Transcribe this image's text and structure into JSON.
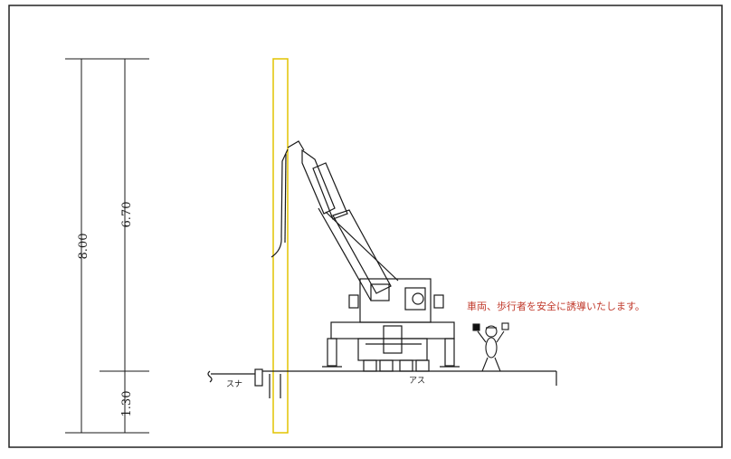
{
  "dimensions": {
    "total": "8.00",
    "upper": "6.70",
    "lower": "1.30"
  },
  "labels": {
    "guide_note": "車両、歩行者を安全に誘導いたします。",
    "ground_left": "スナ",
    "ground_right": "アス"
  },
  "colors": {
    "line": "#1a1a1a",
    "pole_outline": "#e2c400",
    "note_text": "#c0392b"
  },
  "icons": {
    "crane": "mobile-crane-icon",
    "worker": "flagman-icon"
  }
}
